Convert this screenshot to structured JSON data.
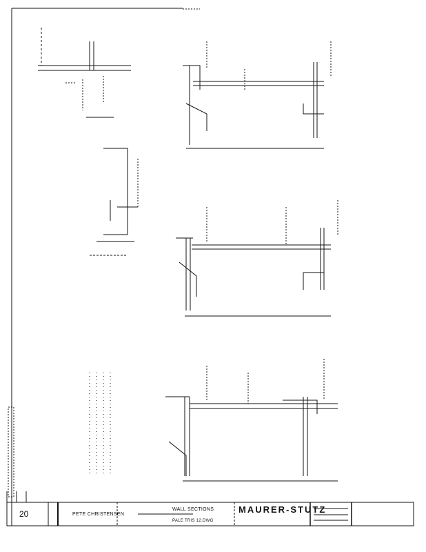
{
  "title_block": {
    "sheet_number": "20",
    "client": "PETE CHRISTENSEN",
    "drawing_title": "WALL SECTIONS",
    "file_name": "PALE TRIS 12.DWG",
    "firm_name": "MAURER-STUTZ"
  }
}
